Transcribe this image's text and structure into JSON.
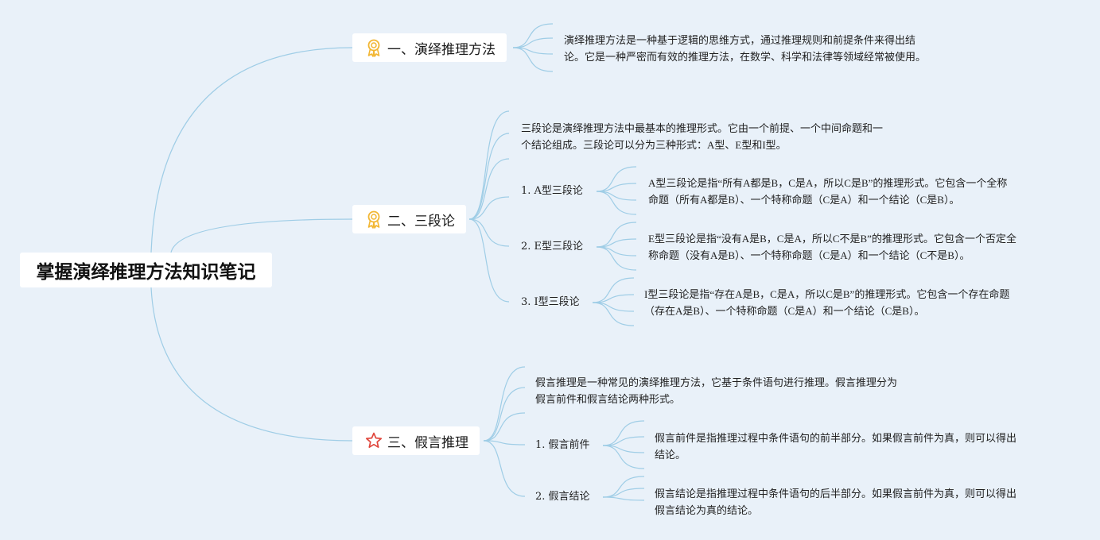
{
  "root": {
    "title": "掌握演绎推理方法知识笔记"
  },
  "branches": [
    {
      "title": "一、演绎推理方法",
      "icon": "ribbon-medal-icon",
      "description": [
        "演绎推理方法是一种基于逻辑的思维方式，通过推理规则和前提条件来得出结",
        "论。它是一种严密而有效的推理方法，在数学、科学和法律等领域经常被使用。"
      ]
    },
    {
      "title": "二、三段论",
      "icon": "ribbon-medal-icon",
      "description": [
        "三段论是演绎推理方法中最基本的推理形式。它由一个前提、一个中间命题和一",
        "个结论组成。三段论可以分为三种形式：A型、E型和I型。"
      ],
      "children": [
        {
          "label": "1. A型三段论",
          "text": [
            "A型三段论是指“所有A都是B，C是A，所以C是B”的推理形式。它包含一个全称",
            "命题（所有A都是B）、一个特称命题（C是A）和一个结论（C是B）。"
          ]
        },
        {
          "label": "2. E型三段论",
          "text": [
            "E型三段论是指“没有A是B，C是A，所以C不是B”的推理形式。它包含一个否定全",
            "称命题（没有A是B）、一个特称命题（C是A）和一个结论（C不是B）。"
          ]
        },
        {
          "label": "3. I型三段论",
          "text": [
            "I型三段论是指“存在A是B，C是A，所以C是B”的推理形式。它包含一个存在命题",
            "（存在A是B）、一个特称命题（C是A）和一个结论（C是B）。"
          ]
        }
      ]
    },
    {
      "title": "三、假言推理",
      "icon": "star-icon",
      "description": [
        "假言推理是一种常见的演绎推理方法，它基于条件语句进行推理。假言推理分为",
        "假言前件和假言结论两种形式。"
      ],
      "children": [
        {
          "label": "1. 假言前件",
          "text": [
            "假言前件是指推理过程中条件语句的前半部分。如果假言前件为真，则可以得出",
            "结论。"
          ]
        },
        {
          "label": "2. 假言结论",
          "text": [
            "假言结论是指推理过程中条件语句的后半部分。如果假言前件为真，则可以得出",
            "假言结论为真的结论。"
          ]
        }
      ]
    }
  ],
  "colors": {
    "background": "#e9f1f9",
    "connector": "#9fcde6",
    "medal": "#f2b632",
    "star": "#e0463c"
  }
}
